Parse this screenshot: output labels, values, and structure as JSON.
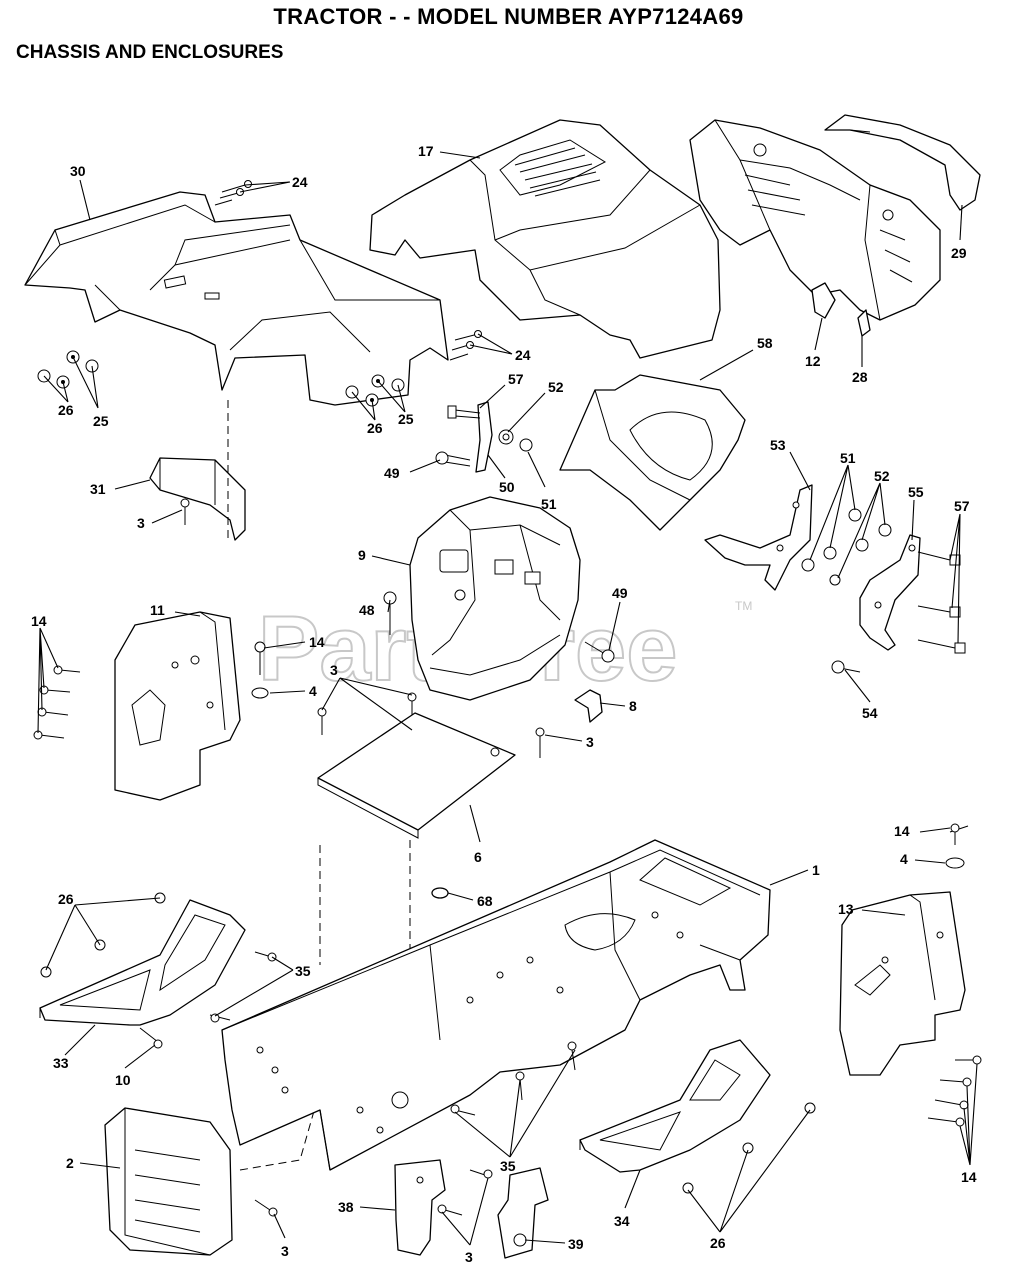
{
  "header": {
    "title": "TRACTOR - - MODEL NUMBER AYP7124A69",
    "section": "CHASSIS AND ENCLOSURES"
  },
  "watermark": {
    "text": "PartsTree",
    "mark": "TM"
  },
  "callouts": {
    "c30": "30",
    "c24a": "24",
    "c17": "17",
    "c29": "29",
    "c24b": "24",
    "c12": "12",
    "c28": "28",
    "c58": "58",
    "c26a": "26",
    "c25a": "25",
    "c26b": "26",
    "c25b": "25",
    "c57a": "57",
    "c52a": "52",
    "c49a": "49",
    "c50": "50",
    "c51a": "51",
    "c31": "31",
    "c3a": "3",
    "c53": "53",
    "c51b": "51",
    "c52b": "52",
    "c55": "55",
    "c57b": "57",
    "c9": "9",
    "c48": "48",
    "c49b": "49",
    "c11": "11",
    "c14a": "14",
    "c14b": "14",
    "c4a": "4",
    "c3b": "3",
    "c8": "8",
    "c3c": "3",
    "c54": "54",
    "c6": "6",
    "c14c": "14",
    "c4b": "4",
    "c68": "68",
    "c1": "1",
    "c13": "13",
    "c26c": "26",
    "c35a": "35",
    "c33": "33",
    "c10": "10",
    "c35b": "35",
    "c2": "2",
    "c3d": "3",
    "c38": "38",
    "c3e": "3",
    "c39": "39",
    "c34": "34",
    "c26d": "26",
    "c14d": "14"
  }
}
